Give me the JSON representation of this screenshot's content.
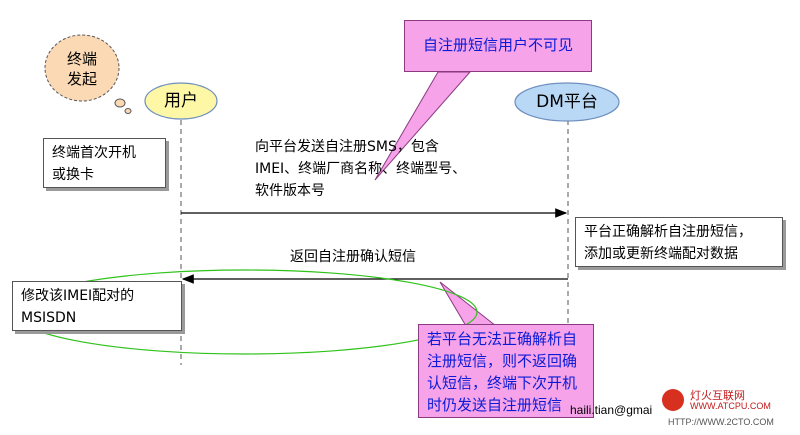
{
  "bubble": {
    "line1": "终端",
    "line2": "发起",
    "fill": "#fbd9b4"
  },
  "lifelines": {
    "user": {
      "label": "用户",
      "fill": "#fdf7a6"
    },
    "dm": {
      "label": "DM平台",
      "fill": "#b9d8f5"
    }
  },
  "boxes": {
    "terminal_boot": {
      "line1": "终端首次开机",
      "line2": "或换卡"
    },
    "platform_parse": {
      "line1": "平台正确解析自注册短信，",
      "line2": "添加或更新终端配对数据"
    },
    "modify_imei": {
      "line1": "修改该IMEI配对的",
      "line2": "MSISDN"
    }
  },
  "messages": {
    "send_sms": {
      "line1": "向平台发送自注册SMS，包含",
      "line2": "IMEI、终端厂商名称、终端型号、",
      "line3": "软件版本号"
    },
    "confirm_sms": {
      "line1": "返回自注册确认短信"
    }
  },
  "notes": {
    "invisible": {
      "line1": "自注册短信用户不可见"
    },
    "failure": {
      "line1": "若平台无法正确解析自",
      "line2": "注册短信，则不返回确",
      "line3": "认短信，终端下次开机",
      "line4": "时仍发送自注册短信"
    }
  },
  "footer": {
    "email": "haili.tian@gmai"
  },
  "watermark": {
    "line1": "灯火互联网",
    "line2": "WWW.ATCPU.COM",
    "line3": "HTTP://WWW.2CTO.COM"
  },
  "colors": {
    "note_fill": "#f6a3e9",
    "note_text": "#0a1bd6",
    "ellipse": "#2fc21a",
    "arrow": "#000000"
  }
}
